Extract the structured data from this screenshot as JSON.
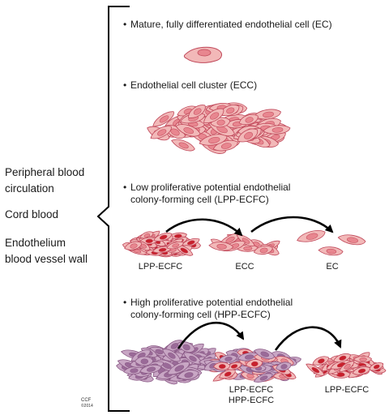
{
  "left_labels": {
    "peripheral": [
      "Peripheral blood",
      "circulation"
    ],
    "cord": "Cord blood",
    "endothelium": [
      "Endothelium",
      "blood vessel wall"
    ]
  },
  "sections": {
    "ec": {
      "bullet": "•",
      "heading": [
        "Mature, fully differentiated endothelial cell (EC)"
      ]
    },
    "ecc": {
      "bullet": "•",
      "heading": [
        "Endothelial cell cluster (ECC)"
      ]
    },
    "lpp": {
      "bullet": "•",
      "heading": [
        "Low proliferative potential endothelial",
        "colony-forming cell (LPP-ECFC)"
      ],
      "labels": [
        "LPP-ECFC",
        "ECC",
        "EC"
      ]
    },
    "hpp": {
      "bullet": "•",
      "heading": [
        "High proliferative potential endothelial",
        "colony-forming cell (HPP-ECFC)"
      ],
      "labels": [
        "LPP-ECFC\nHPP-ECFC",
        "LPP-ECFC"
      ]
    }
  },
  "credit": {
    "org": "CCF",
    "year": "©2014"
  },
  "colors": {
    "cell_fill": "#f2b8b8",
    "cell_stroke": "#c0485a",
    "nucleus_pink": "#e8868f",
    "nucleus_red": "#c8202c",
    "hpp_cell_fill": "#c8a6c4",
    "hpp_cell_stroke": "#8a5a86",
    "hpp_nucleus": "#9a6a98",
    "bracket": "#000000",
    "arrow": "#000000"
  }
}
